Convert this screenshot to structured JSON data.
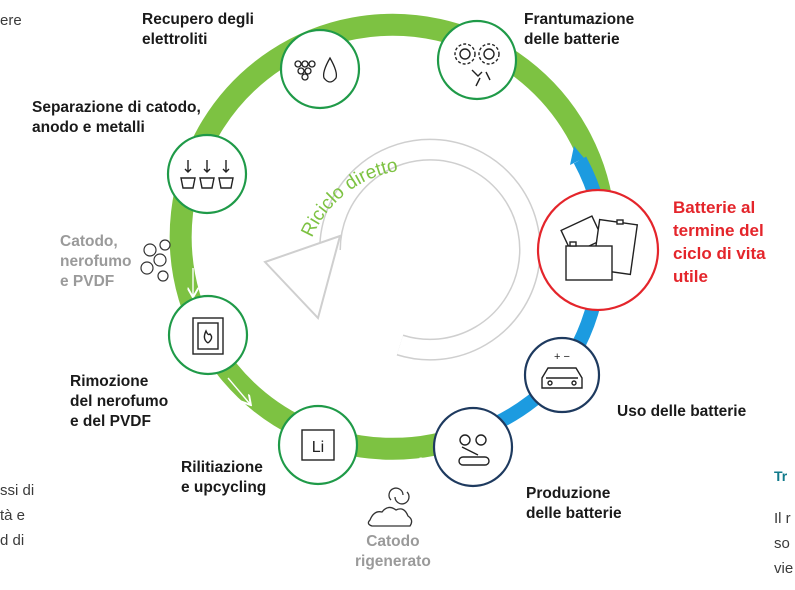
{
  "direct_recycling_label": "Riciclo diretto",
  "nodes": {
    "electrolyte": "Recupero degli\nelettroliti",
    "shredding": "Frantumazione\ndelle batterie",
    "separation": "Separazione di catodo,\nanodo e metalli",
    "end_of_life": "Batterie al\ntermine del\nciclo di vita\nutile",
    "byproducts": "Catodo,\nnerofumo\ne PVDF",
    "carbon_removal": "Rimozione\ndel nerofumo\ne del PVDF",
    "battery_use": "Uso delle batterie",
    "relithiation": "Rilitiazione\ne upcycling",
    "regenerated_cathode": "Catodo\nrigenerato",
    "production": "Produzione\ndelle batterie"
  },
  "lithium_symbol": "Li",
  "car_signs": "+ −",
  "side_text": {
    "top_left": "ere",
    "left_lines": [
      "ssi di",
      "tà e",
      "d di"
    ],
    "right_heading": "Tr",
    "right_lines": [
      "Il r",
      "so",
      "vie"
    ]
  },
  "colors": {
    "green": "#7dc242",
    "dark_green": "#1f9a48",
    "blue": "#1c9be0",
    "red": "#e4252b",
    "navy": "#1e3a5f",
    "grey": "#cfcfcf"
  }
}
